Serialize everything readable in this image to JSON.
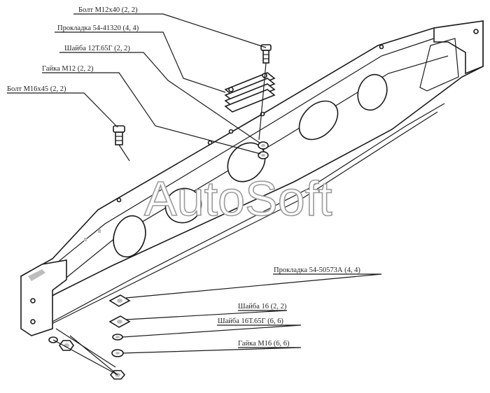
{
  "diagram": {
    "watermark": "AutoSoft",
    "callouts": {
      "bolt_m12": "Болт М12х40 (2, 2)",
      "gasket_41320": "Прокладка 54-41320 (4, 4)",
      "washer_12t": "Шайба 12Т.65Г (2, 2)",
      "nut_m12": "Гайка М12 (2, 2)",
      "bolt_m16": "Болт М16х45 (2, 2)",
      "gasket_50573": "Прокладка 54-50573А (4, 4)",
      "washer_16": "Шайба 16 (2, 2)",
      "washer_16t": "Шайба 16Т.65Г (6, 6)",
      "nut_m16": "Гайка М16 (6, 6)"
    }
  }
}
